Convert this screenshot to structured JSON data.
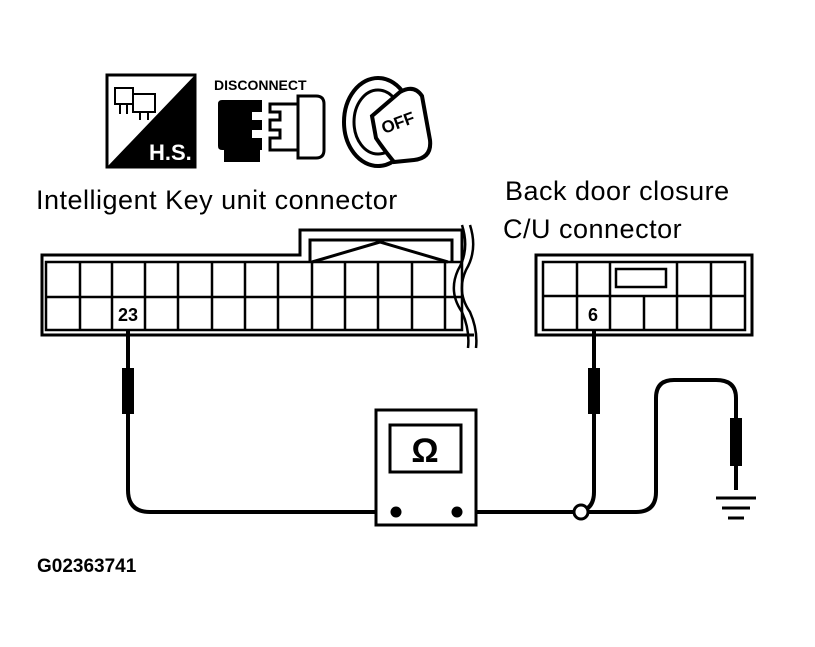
{
  "icons": {
    "harness_label": "H.S.",
    "disconnect_label": "DISCONNECT",
    "ignition_label": "OFF"
  },
  "connectors": {
    "left_title": "Intelligent Key unit connector",
    "left_pin": "23",
    "right_title_line1": "Back door closure",
    "right_title_line2": "C/U connector",
    "right_pin": "6"
  },
  "meter": {
    "symbol": "Ω"
  },
  "figure_code": "G02363741"
}
